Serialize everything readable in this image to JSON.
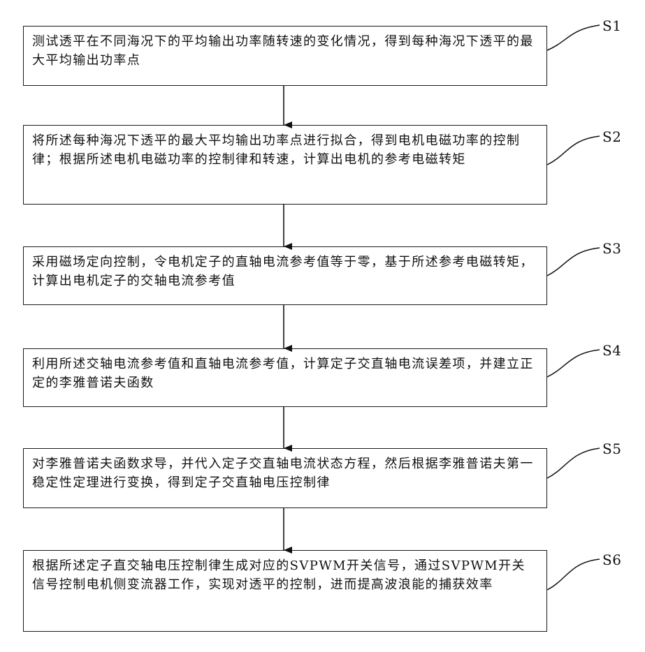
{
  "steps": [
    {
      "label": "S1",
      "text": "测试透平在不同海况下的平均输出功率随转速的变化情况，得到每种海况下透平的最大平均输出功率点"
    },
    {
      "label": "S2",
      "text": "将所述每种海况下透平的最大平均输出功率点进行拟合，得到电机电磁功率的控制律；根据所述电机电磁功率的控制律和转速，计算出电机的参考电磁转矩"
    },
    {
      "label": "S3",
      "text": "采用磁场定向控制，令电机定子的直轴电流参考值等于零，基于所述参考电磁转矩，计算出电机定子的交轴电流参考值"
    },
    {
      "label": "S4",
      "text": "利用所述交轴电流参考值和直轴电流参考值，计算定子交直轴电流误差项，并建立正定的李雅普诺夫函数"
    },
    {
      "label": "S5",
      "text": "对李雅普诺夫函数求导，并代入定子交直轴电流状态方程，然后根据李雅普诺夫第一稳定性定理进行变换，得到定子交直轴电压控制律"
    },
    {
      "label": "S6",
      "text": "根据所述定子直交轴电压控制律生成对应的SVPWM开关信号，通过SVPWM开关信号控制电机侧变流器工作，实现对透平的控制，进而提高波浪能的捕获效率"
    }
  ]
}
